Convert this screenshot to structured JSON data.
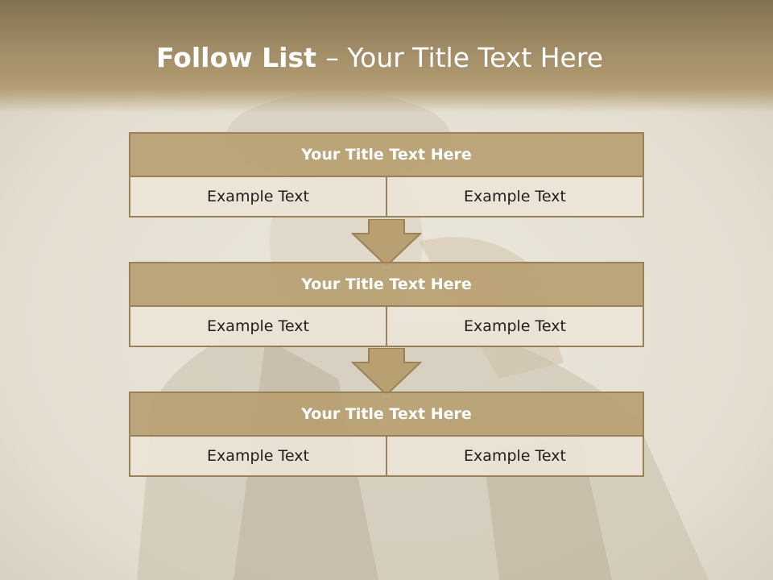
{
  "title": {
    "bold": "Follow List ",
    "rest": " – Your Title Text Here"
  },
  "blocks": [
    {
      "title": "Your Title Text Here",
      "cells": [
        "Example Text",
        "Example Text"
      ]
    },
    {
      "title": "Your Title Text Here",
      "cells": [
        "Example Text",
        "Example Text"
      ]
    },
    {
      "title": "Your Title Text Here",
      "cells": [
        "Example Text",
        "Example Text"
      ]
    }
  ],
  "colors": {
    "header": "#9e8a64",
    "block_title_fill": "#b8a072",
    "block_border": "#9a8158",
    "cell_fill": "#ebe4d7",
    "arrow_fill": "#b8a072"
  },
  "icons": [
    "down-arrow-icon"
  ]
}
